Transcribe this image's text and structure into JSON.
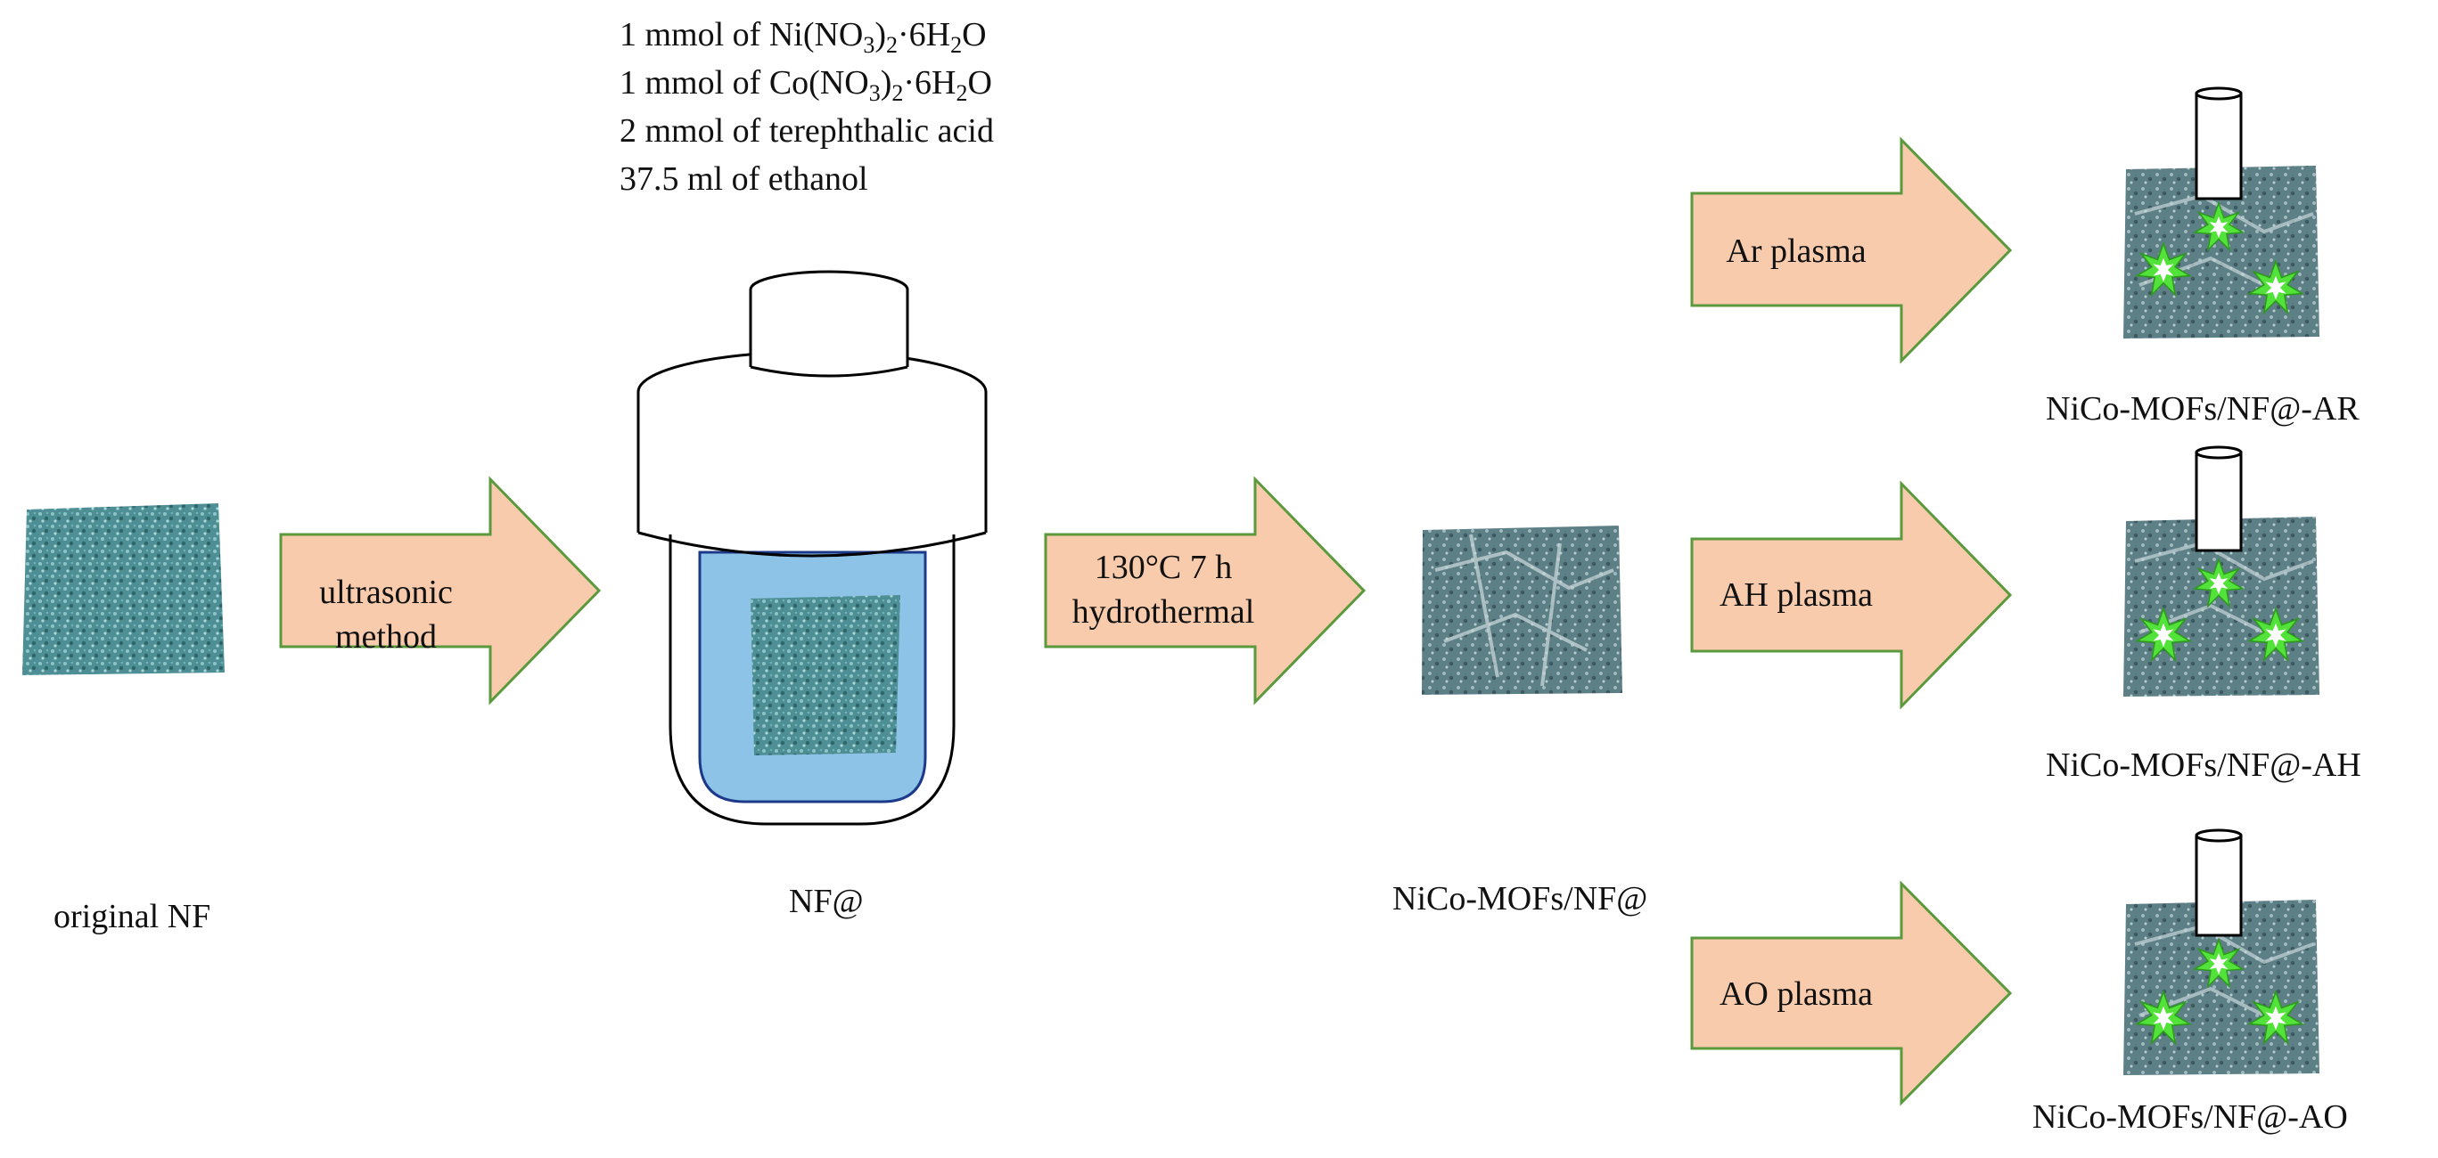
{
  "reagents": [
    {
      "prefix": "1 mmol of Ni(NO",
      "sub1": "3",
      "mid": ")",
      "sub2": "2",
      "suffix": "·6H",
      "sub3": "2",
      "tail": "O"
    },
    {
      "prefix": "1 mmol of Co(NO",
      "sub1": "3",
      "mid": ")",
      "sub2": "2",
      "suffix": "·6H",
      "sub3": "2",
      "tail": "O"
    },
    {
      "text": "2 mmol of terephthalic acid"
    },
    {
      "text": "37.5 ml of ethanol"
    }
  ],
  "steps": {
    "ultrasonic": "ultrasonic method",
    "hydrothermal_line1": "130°C 7 h",
    "hydrothermal_line2": "hydrothermal",
    "ar": "Ar plasma",
    "ah": "AH plasma",
    "ao": "AO plasma"
  },
  "labels": {
    "original": "original NF",
    "nf_at": "NF@",
    "mofs": "NiCo-MOFs/NF@",
    "ar_product": "NiCo-MOFs/NF@-AR",
    "ah_product": "NiCo-MOFs/NF@-AH",
    "ao_product": "NiCo-MOFs/NF@-AO"
  },
  "colors": {
    "arrow_fill": "#f8cbad",
    "arrow_stroke": "#5a9a3c",
    "liquid": "#8ec3e8",
    "foam": "#4e8f96",
    "mof_foam": "#5d7f86",
    "spark": "#52e23a"
  }
}
